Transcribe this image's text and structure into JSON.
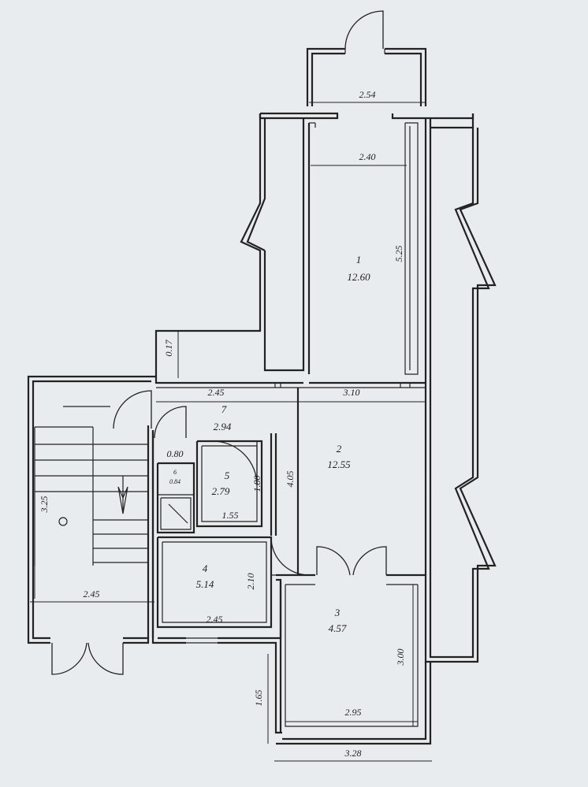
{
  "rooms": [
    {
      "number": "1",
      "area": "12.60"
    },
    {
      "number": "2",
      "area": "12.55"
    },
    {
      "number": "3",
      "area": "4.57"
    },
    {
      "number": "4",
      "area": "5.14"
    },
    {
      "number": "5",
      "area": "2.79"
    },
    {
      "number": "6",
      "area": "0.84"
    },
    {
      "number": "7",
      "area": "2.94"
    }
  ],
  "dimensions": {
    "entry_width": "2.54",
    "room1_width": "2.40",
    "room1_length": "5.25",
    "wall_offset": "0.17",
    "corridor_left": "2.45",
    "corridor_right": "3.10",
    "room6_width": "0.80",
    "room5_height": "1.80",
    "room5_width": "1.55",
    "room2_height": "4.05",
    "stair_length": "3.25",
    "stair_width": "2.45",
    "room4_height": "2.10",
    "room4_width": "2.45",
    "room3_height": "3.00",
    "room3_width": "2.95",
    "room3_outer_width": "3.28",
    "room3_offset": "1.65"
  }
}
